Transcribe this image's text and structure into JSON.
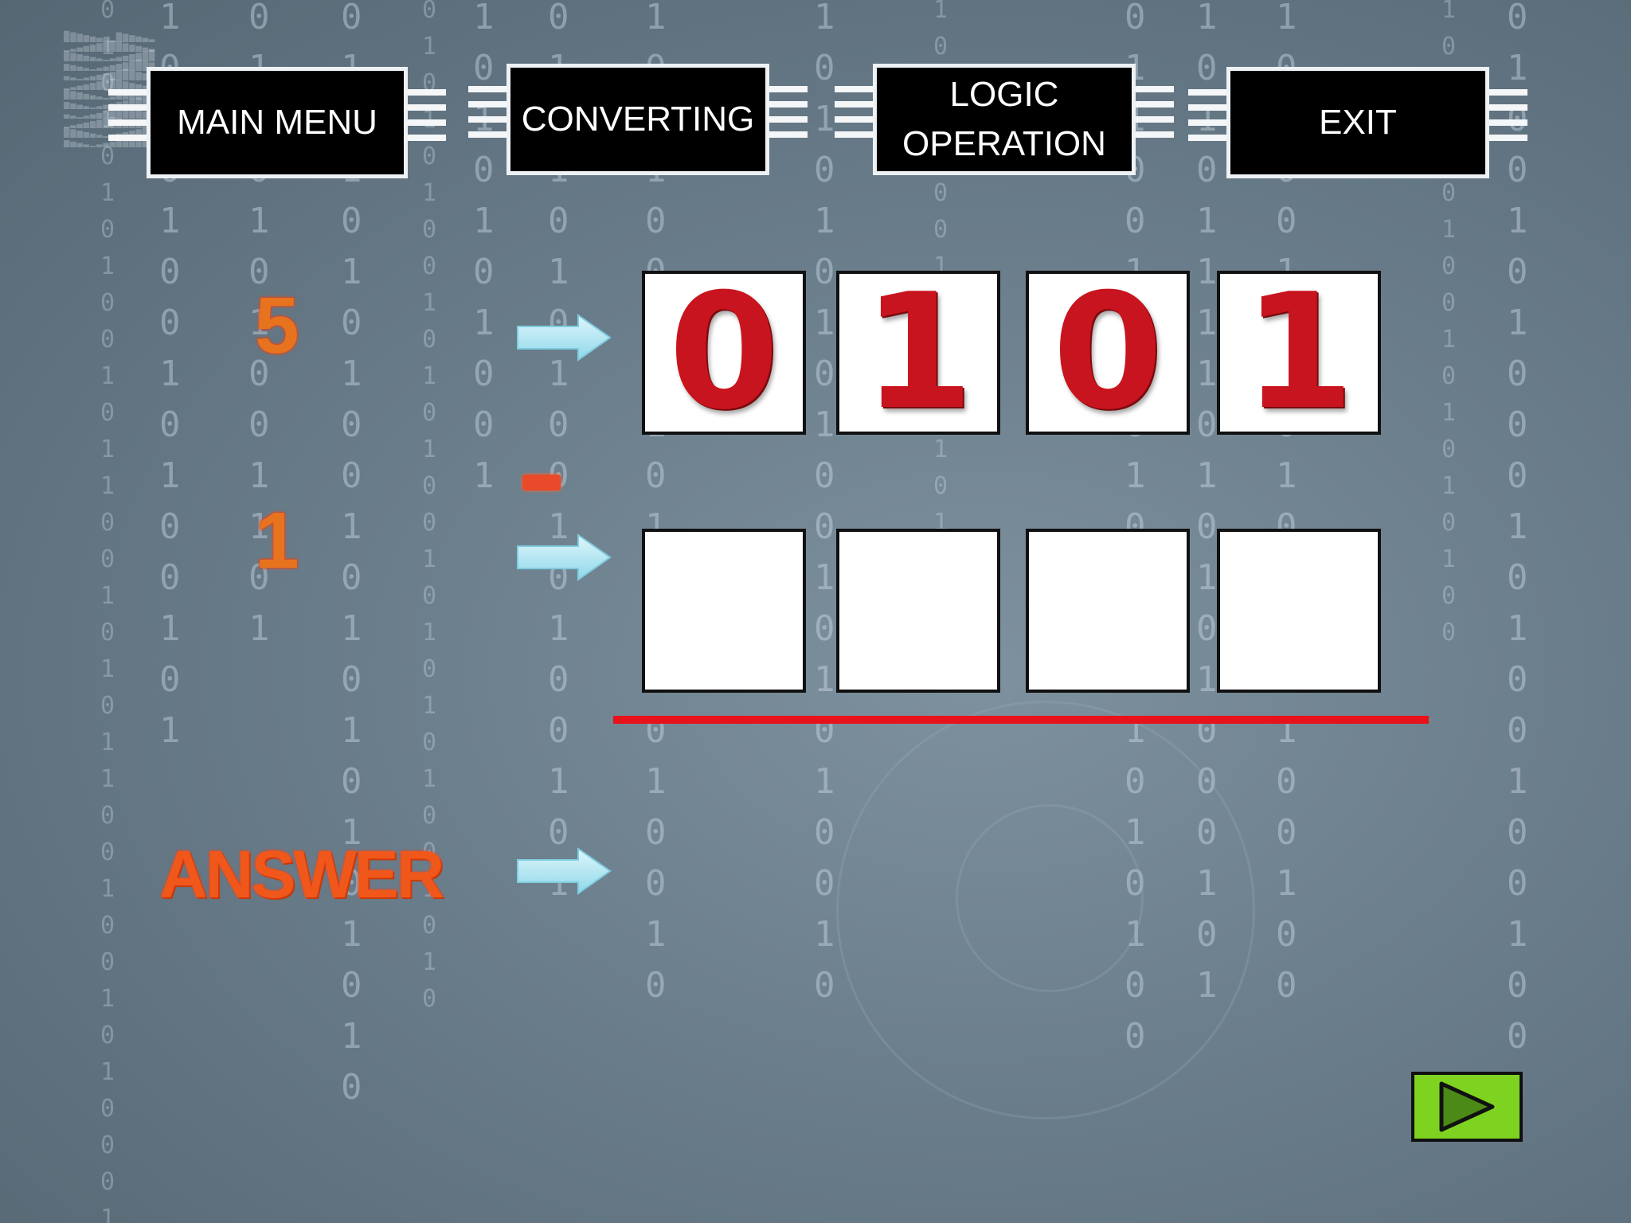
{
  "nav": {
    "main_menu": "MAIN MENU",
    "converting": "CONVERTING",
    "logic_operation": "LOGIC OPERATION",
    "exit": "EXIT"
  },
  "problem": {
    "first_decimal": "5",
    "operator": "-",
    "second_decimal": "1",
    "answer_label": "ANSWER",
    "first_binary": [
      "0",
      "1",
      "0",
      "1"
    ],
    "second_binary": [
      "",
      "",
      "",
      ""
    ]
  },
  "icons": {
    "arrow": "right-arrow-icon",
    "next": "play-icon"
  },
  "colors": {
    "digit": "#c8141e",
    "label_orange": "#e8731e",
    "rule_red": "#e8121a",
    "next_button": "#7ed321"
  }
}
